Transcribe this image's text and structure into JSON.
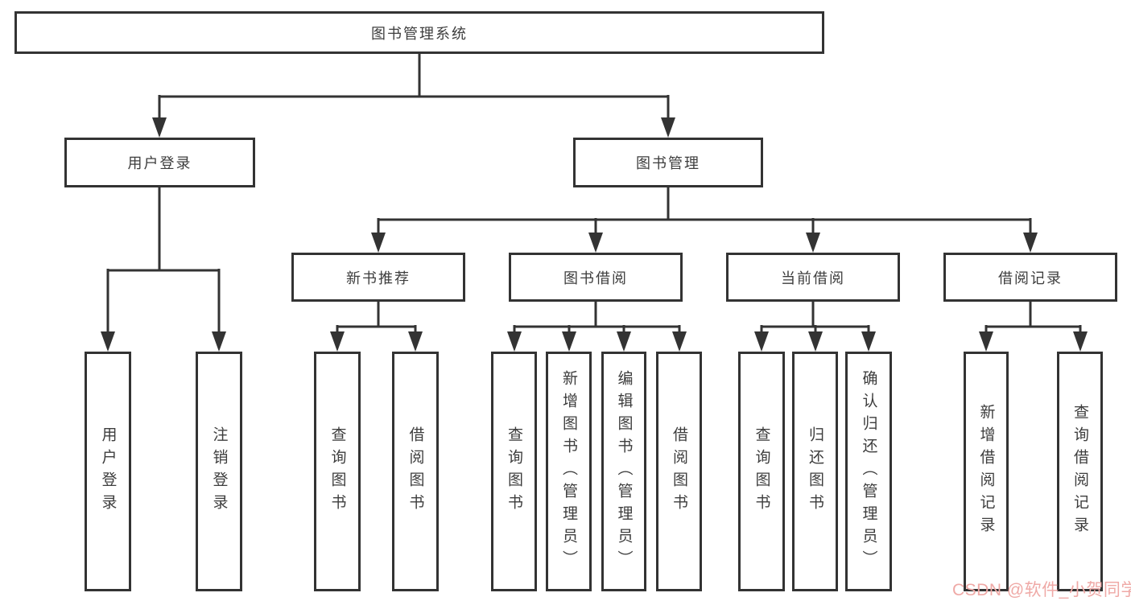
{
  "diagram": {
    "type": "tree",
    "title": "图书管理系统",
    "colors": {
      "line": "#333333",
      "box_border": "#333333",
      "box_fill": "#ffffff",
      "text": "#3d3d3d",
      "watermark": "#efa9a6"
    },
    "nodes": {
      "root": {
        "label": "图书管理系统",
        "children": [
          "user_login",
          "book_management"
        ]
      },
      "user_login": {
        "label": "用户登录",
        "children": [
          "leaf_user_login",
          "leaf_logout"
        ]
      },
      "book_management": {
        "label": "图书管理",
        "children": [
          "new_book_recommend",
          "book_borrow",
          "current_borrow",
          "borrow_records"
        ]
      },
      "new_book_recommend": {
        "label": "新书推荐",
        "children": [
          "nbr_query_book",
          "nbr_borrow_book"
        ]
      },
      "book_borrow": {
        "label": "图书借阅",
        "children": [
          "bb_query_book",
          "bb_add_book",
          "bb_edit_book",
          "bb_borrow_book"
        ]
      },
      "current_borrow": {
        "label": "当前借阅",
        "children": [
          "cb_query_book",
          "cb_return_book",
          "cb_confirm_return"
        ]
      },
      "borrow_records": {
        "label": "借阅记录",
        "children": [
          "br_add_record",
          "br_query_record"
        ]
      },
      "leaf_user_login": {
        "label": "用户登录"
      },
      "leaf_logout": {
        "label": "注销登录"
      },
      "nbr_query_book": {
        "label": "查询图书"
      },
      "nbr_borrow_book": {
        "label": "借阅图书"
      },
      "bb_query_book": {
        "label": "查询图书"
      },
      "bb_add_book": {
        "label": "新增图书（管理员）"
      },
      "bb_edit_book": {
        "label": "编辑图书（管理员）"
      },
      "bb_borrow_book": {
        "label": "借阅图书"
      },
      "cb_query_book": {
        "label": "查询图书"
      },
      "cb_return_book": {
        "label": "归还图书"
      },
      "cb_confirm_return": {
        "label": "确认归还（管理员）"
      },
      "br_add_record": {
        "label": "新增借阅记录"
      },
      "br_query_record": {
        "label": "查询借阅记录"
      }
    },
    "watermark": "CSDN @软件_小贺同学"
  }
}
